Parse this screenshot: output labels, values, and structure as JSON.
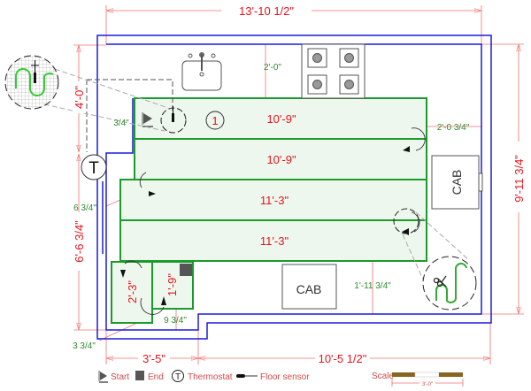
{
  "dimensions": {
    "top_width": "13'-10 1/2\"",
    "right_height": "9'-11 3/4\"",
    "left_upper": "4'-0\"",
    "left_lower": "6'-6 3/4\"",
    "bottom_left": "3'-5\"",
    "bottom_right": "10'-5 1/2\""
  },
  "clearances": {
    "stove_gap": "2'-0\"",
    "left_gap": "3/4\"",
    "right_gap": "2'-0 3/4\"",
    "left_lower_gap": "6 3/4\"",
    "bottom_gap": "1'-11 3/4\"",
    "small_gap": "9 3/4\"",
    "corner_gap": "3 3/4\""
  },
  "mat_runs": [
    "10'-9\"",
    "10'-9\"",
    "11'-3\"",
    "11'-3\"",
    "2'-3\"",
    "1'-9\""
  ],
  "zone_number": "1",
  "fixtures": {
    "cabinet_right": "CAB",
    "cabinet_bottom": "CAB",
    "thermostat_symbol": "T"
  },
  "legend": {
    "start": "Start",
    "end": "End",
    "thermostat_symbol": "T",
    "thermostat": "Thermostat",
    "floor_sensor": "Floor sensor",
    "scale": "Scale",
    "scale_length": "3'-0\""
  },
  "colors": {
    "walls": "#1a1adb",
    "mat": "#1c9a2c",
    "dimensions": "#e8141c",
    "clearances": "#2e8b2e"
  }
}
